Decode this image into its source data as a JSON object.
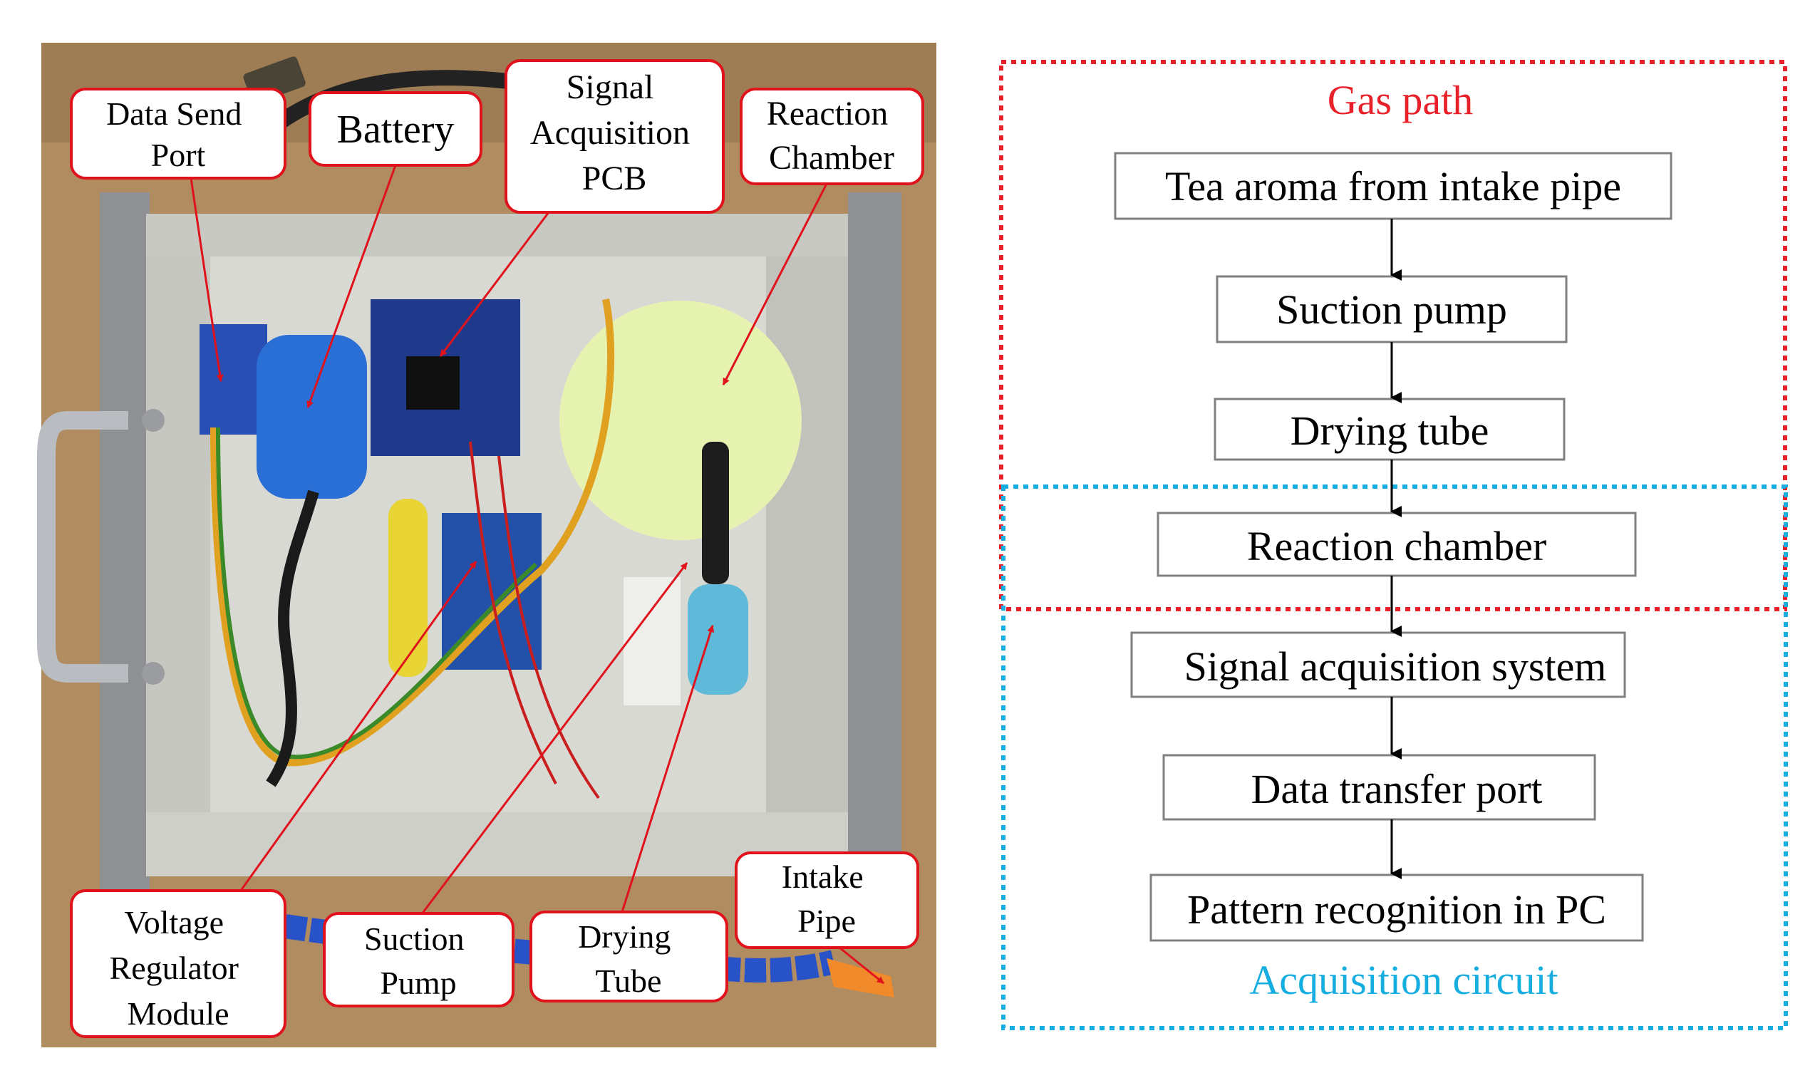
{
  "colors": {
    "callout_border": "#e0121b",
    "arrow_red": "#e0121b",
    "gas_path": "#e8202a",
    "acquisition": "#16aee0",
    "box_border": "#808080",
    "text": "#000000",
    "case_gray": "#d9d9d4",
    "table_wood": "#b08c60",
    "chamber_green": "#e6f2b0",
    "battery_blue": "#2a6fd6",
    "pcb_blue": "#1f3a8a",
    "hose_blue": "#2852c8",
    "nozzle_orange": "#f08a2a"
  },
  "callouts": {
    "data_send_port": [
      "Data Send",
      "Port"
    ],
    "battery": [
      "Battery"
    ],
    "signal_acquisition_pcb": [
      "Signal",
      "Acquisition",
      "PCB"
    ],
    "reaction_chamber": [
      "Reaction",
      "Chamber"
    ],
    "voltage_regulator_module": [
      "Voltage",
      "Regulator",
      "Module"
    ],
    "suction_pump": [
      "Suction",
      "Pump"
    ],
    "drying_tube": [
      "Drying",
      "Tube"
    ],
    "intake_pipe": [
      "Intake",
      "Pipe"
    ]
  },
  "flow": {
    "gas_path_label": "Gas path",
    "acquisition_label": "Acquisition circuit",
    "steps": [
      "Tea aroma from intake pipe",
      "Suction pump",
      "Drying tube",
      "Reaction chamber",
      "Signal acquisition system",
      "Data transfer port",
      "Pattern recognition in PC"
    ]
  }
}
